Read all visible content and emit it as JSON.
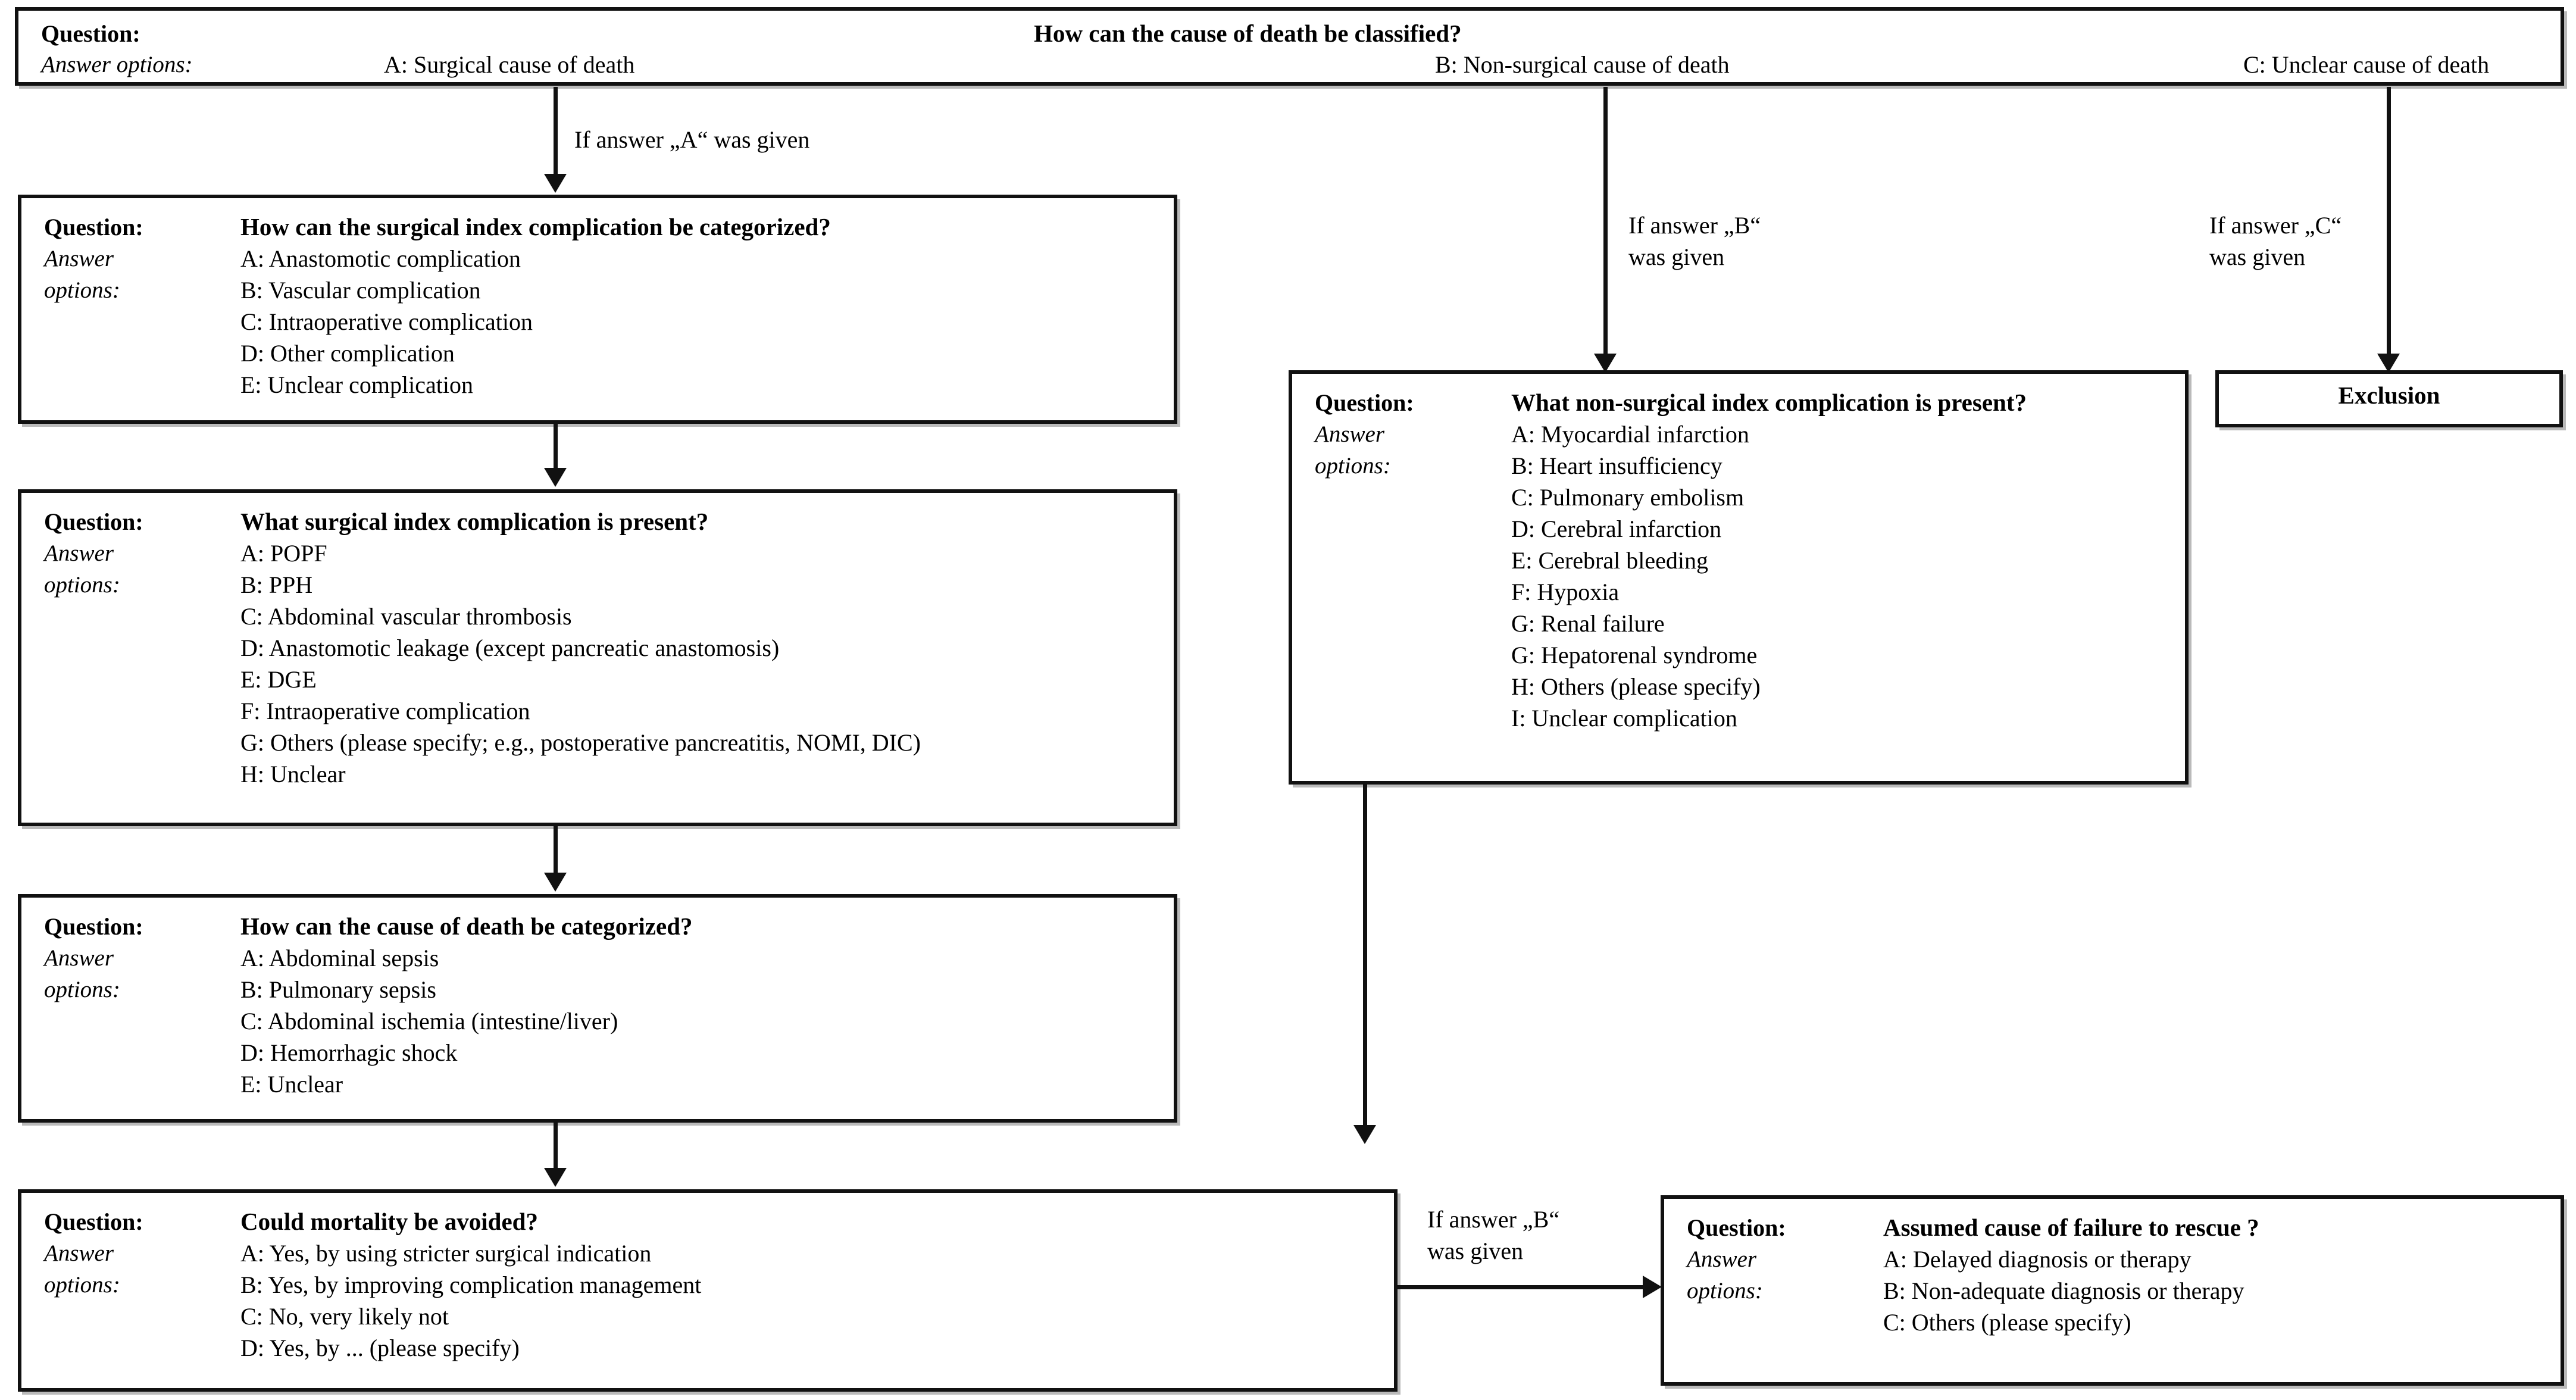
{
  "figure": {
    "type": "flowchart",
    "title_question": "How can the cause of death be classified?",
    "labels": {
      "question": "Question:",
      "answer_options_inline": "Answer options:",
      "answer": "Answer",
      "options": "options:"
    }
  },
  "header_box": {
    "question_label": "Question:",
    "answer_label": "Answer options:",
    "question_text": "How can the cause of death be classified?",
    "options": [
      "A: Surgical cause of death",
      "B: Non-surgical cause of death",
      "C: Unclear cause of death"
    ]
  },
  "edges": {
    "a_given": "If answer „A“ was given",
    "b_given_line1": "If answer „B“",
    "b_given_line2": "was given",
    "c_given_line1": "If answer „C“",
    "c_given_line2": "was given",
    "b_given_bottom_line1": "If answer „B“",
    "b_given_bottom_line2": "was given"
  },
  "box_surgical_category": {
    "question_label": "Question:",
    "answer_label_line1": "Answer",
    "answer_label_line2": "options:",
    "question_text": "How can the surgical index complication be categorized?",
    "options": [
      "A: Anastomotic complication",
      "B: Vascular complication",
      "C: Intraoperative complication",
      "D: Other complication",
      "E: Unclear complication"
    ]
  },
  "box_surgical_present": {
    "question_label": "Question:",
    "answer_label_line1": "Answer",
    "answer_label_line2": "options:",
    "question_text": "What surgical index complication is present?",
    "options": [
      "A: POPF",
      "B: PPH",
      "C: Abdominal vascular thrombosis",
      "D: Anastomotic leakage (except pancreatic anastomosis)",
      "E: DGE",
      "F: Intraoperative complication",
      "G: Others (please specify; e.g., postoperative pancreatitis, NOMI, DIC)",
      "H: Unclear"
    ]
  },
  "box_cause_categorized": {
    "question_label": "Question:",
    "answer_label_line1": "Answer",
    "answer_label_line2": "options:",
    "question_text": "How can the cause of death be categorized?",
    "options": [
      "A: Abdominal sepsis",
      "B: Pulmonary sepsis",
      "C: Abdominal ischemia (intestine/liver)",
      "D: Hemorrhagic shock",
      "E: Unclear"
    ]
  },
  "box_mortality_avoided": {
    "question_label": "Question:",
    "answer_label_line1": "Answer",
    "answer_label_line2": "options:",
    "question_text": "Could mortality be avoided?",
    "options": [
      "A: Yes, by using stricter surgical indication",
      "B: Yes, by improving complication management",
      "C: No, very likely not",
      "D: Yes, by ... (please specify)"
    ]
  },
  "box_nonsurgical_present": {
    "question_label": "Question:",
    "answer_label_line1": "Answer",
    "answer_label_line2": "options:",
    "question_text": "What non-surgical index complication is present?",
    "options": [
      "A: Myocardial infarction",
      "B: Heart insufficiency",
      "C: Pulmonary embolism",
      "D: Cerebral infarction",
      "E: Cerebral bleeding",
      "F: Hypoxia",
      "G: Renal failure",
      "G: Hepatorenal syndrome",
      "H: Others (please specify)",
      "I: Unclear complication"
    ]
  },
  "box_exclusion": {
    "label": "Exclusion"
  },
  "box_failure_to_rescue": {
    "question_label": "Question:",
    "answer_label_line1": "Answer",
    "answer_label_line2": "options:",
    "question_text": "Assumed cause of failure to rescue ?",
    "options": [
      "A: Delayed diagnosis or therapy",
      "B: Non-adequate diagnosis or therapy",
      "C: Others (please specify)"
    ]
  },
  "colors": {
    "line": "#111111",
    "background": "#ffffff",
    "text": "#000000"
  }
}
